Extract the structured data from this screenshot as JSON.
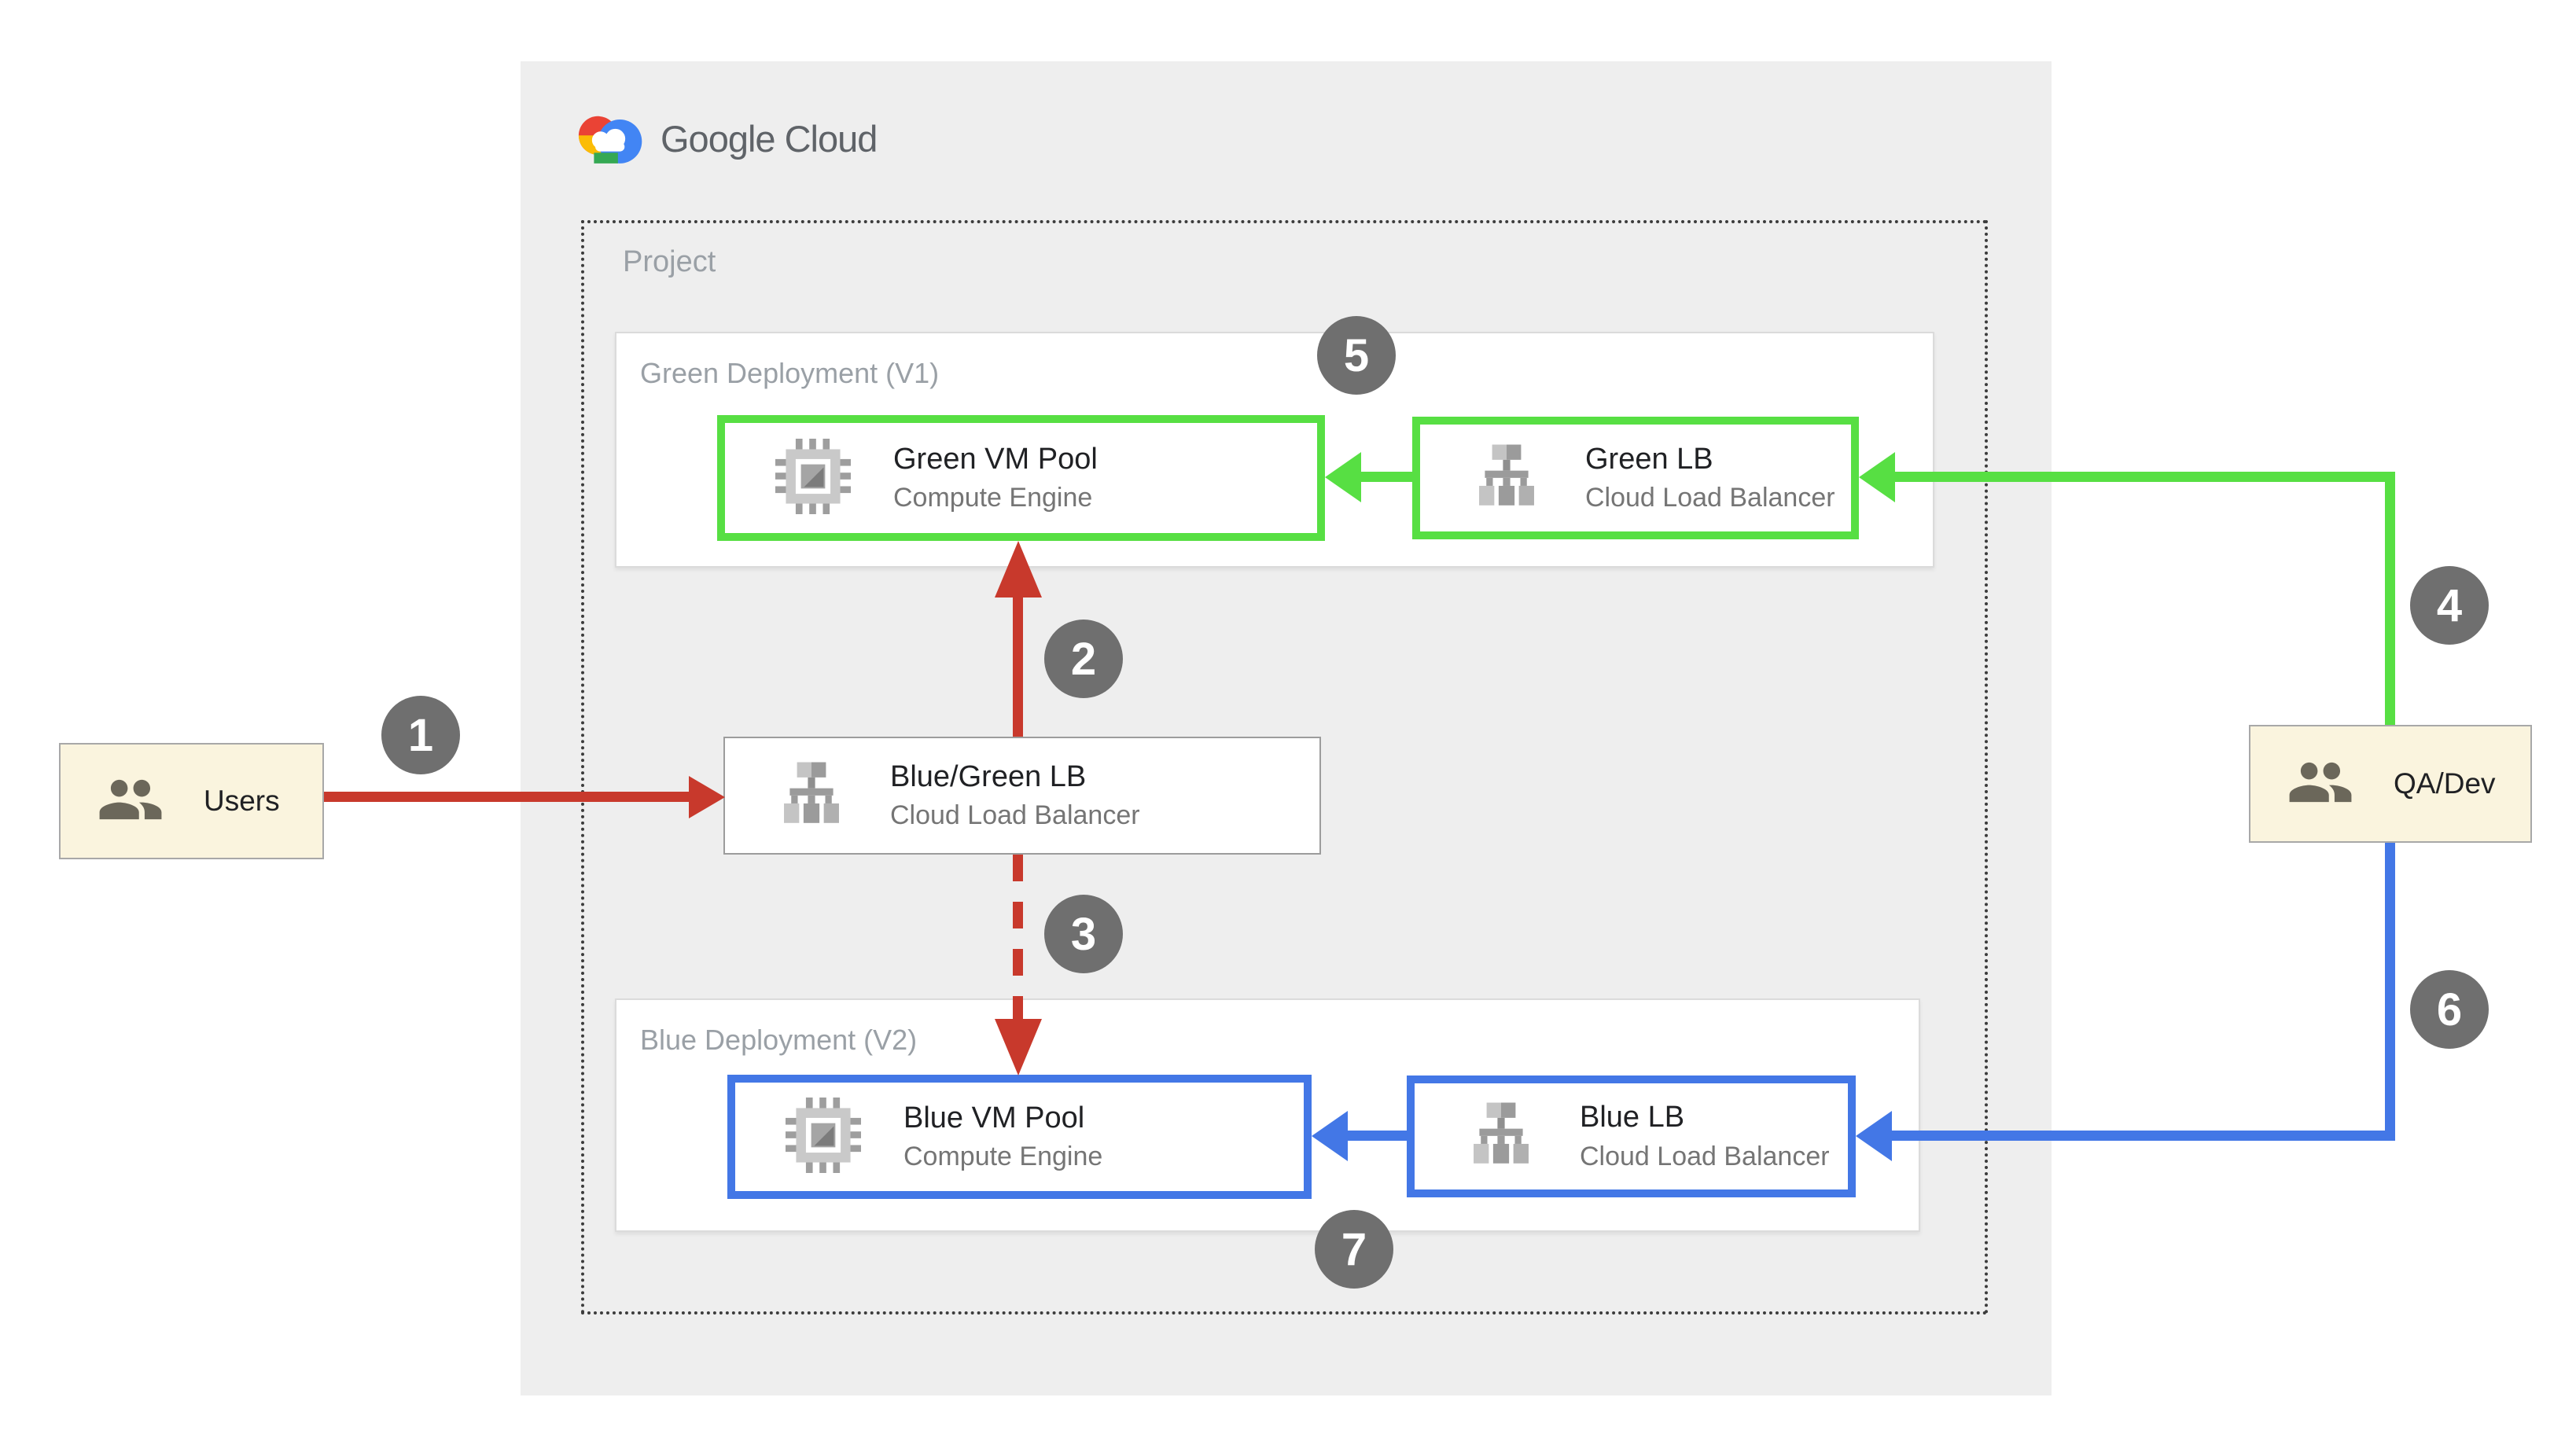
{
  "brand": {
    "name": "Google Cloud",
    "icon": "google-cloud-logo-icon"
  },
  "project": {
    "label": "Project"
  },
  "deployments": {
    "green": {
      "label": "Green Deployment (V1)",
      "vm_pool": {
        "name": "Green VM Pool",
        "product": "Compute Engine",
        "icon": "compute-engine-chip-icon"
      },
      "lb": {
        "name": "Green LB",
        "product": "Cloud Load Balancer",
        "icon": "load-balancer-icon"
      }
    },
    "blue": {
      "label": "Blue Deployment (V2)",
      "vm_pool": {
        "name": "Blue VM Pool",
        "product": "Compute Engine",
        "icon": "compute-engine-chip-icon"
      },
      "lb": {
        "name": "Blue LB",
        "product": "Cloud Load Balancer",
        "icon": "load-balancer-icon"
      }
    }
  },
  "router": {
    "name": "Blue/Green LB",
    "product": "Cloud Load Balancer",
    "icon": "load-balancer-icon"
  },
  "actors": {
    "users": {
      "label": "Users",
      "icon": "users-group-icon"
    },
    "qa_dev": {
      "label": "QA/Dev",
      "icon": "users-group-icon"
    }
  },
  "steps": [
    "1",
    "2",
    "3",
    "4",
    "5",
    "6",
    "7"
  ],
  "colors": {
    "user_traffic_red": "#C8392C",
    "green_accent": "#57DF43",
    "blue_accent": "#4377E6",
    "badge_gray": "#6F6F6F",
    "actor_fill": "#FAF4DE",
    "panel_gray": "#EEEEEE"
  }
}
